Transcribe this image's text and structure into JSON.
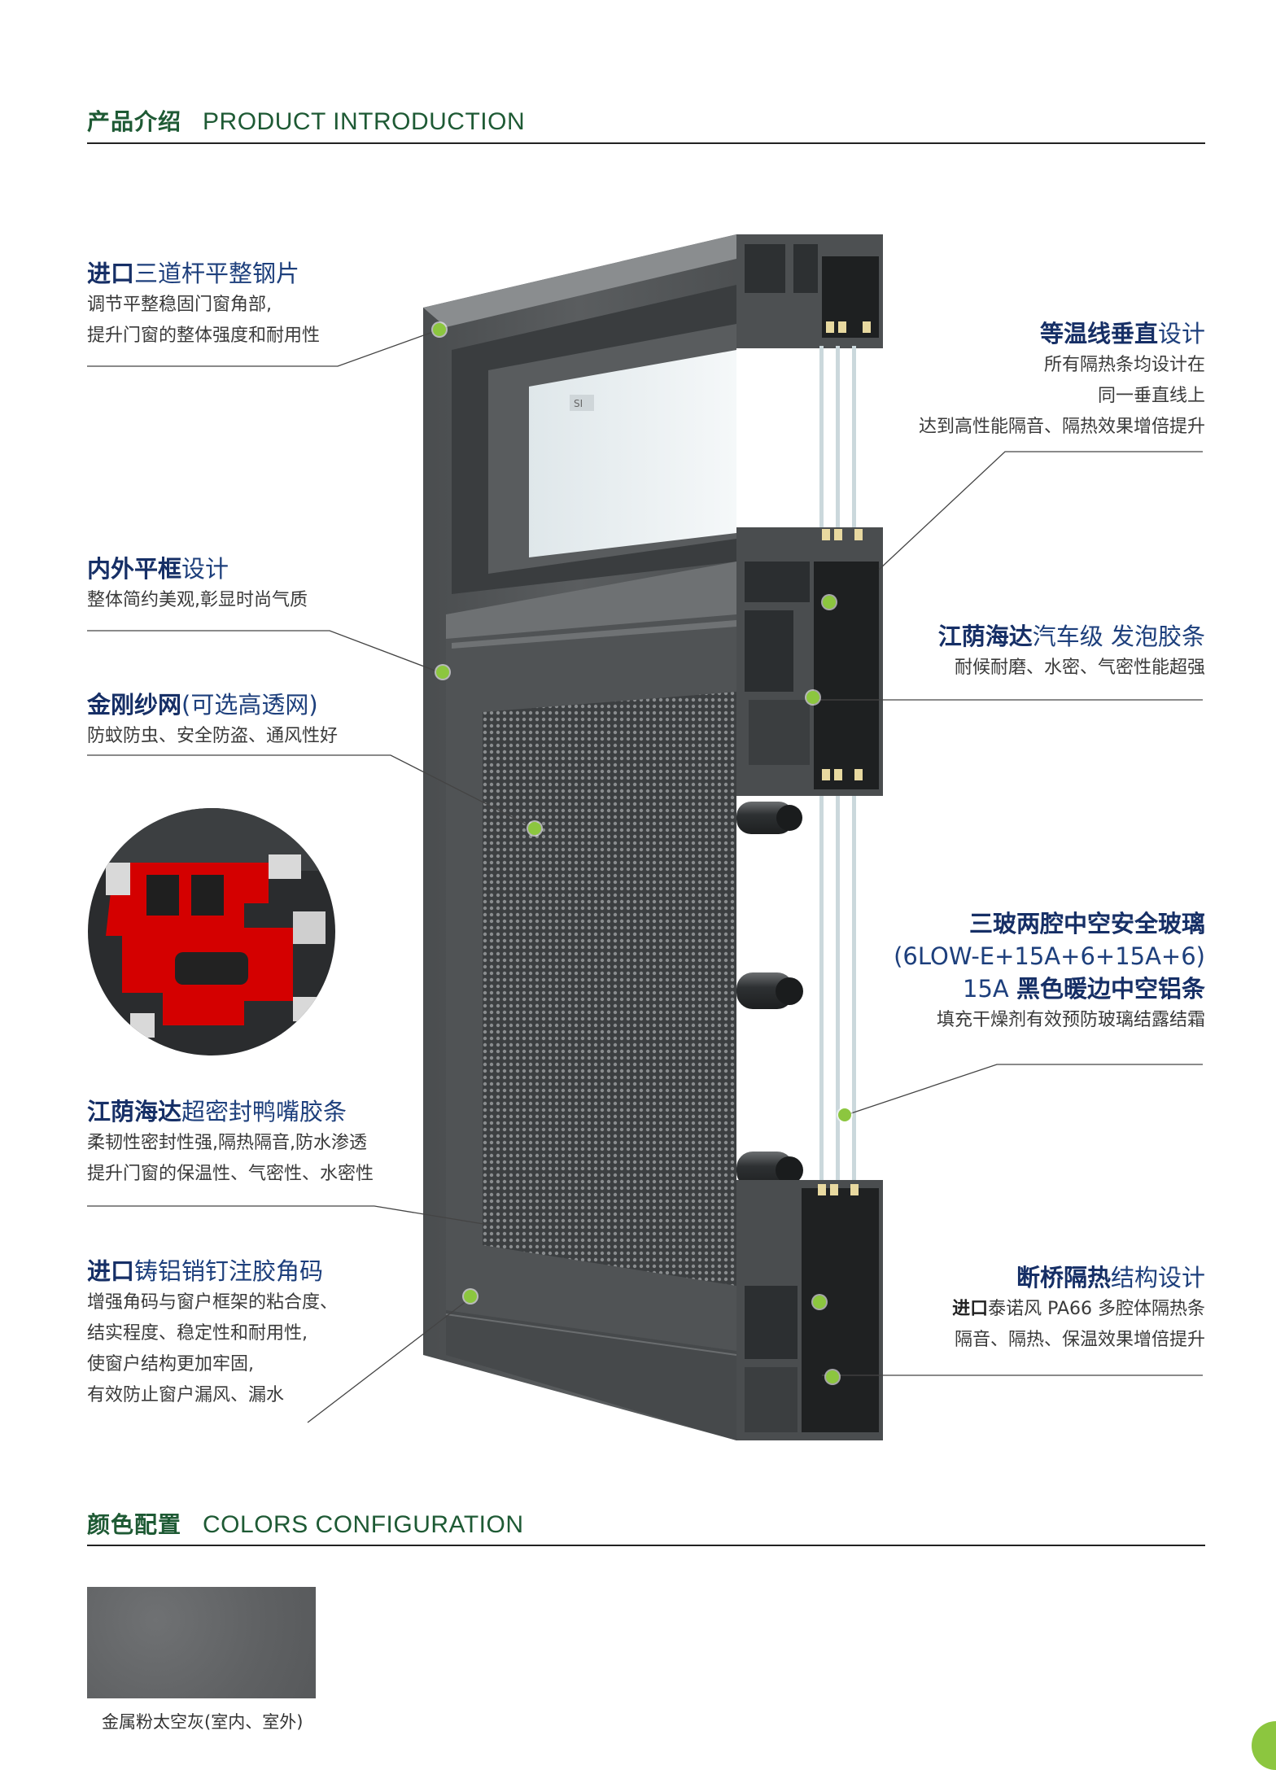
{
  "header": {
    "title_cn": "产品介绍",
    "title_en": "PRODUCT INTRODUCTION"
  },
  "callouts": {
    "steel_plate": {
      "title_bold": "进口",
      "title_rest": "三道杆平整钢片",
      "lines": [
        "调节平整稳固门窗角部,",
        "提升门窗的整体强度和耐用性"
      ]
    },
    "flat_frame": {
      "title_bold": "内外平框",
      "title_rest": "设计",
      "lines": [
        "整体简约美观,彰显时尚气质"
      ]
    },
    "screen": {
      "title_bold": "金刚纱网",
      "title_rest": "(可选高透网)",
      "lines": [
        "防蚊防虫、安全防盗、通风性好"
      ]
    },
    "duck_gasket": {
      "title_bold": "江荫海达",
      "title_rest": "超密封鸭嘴胶条",
      "lines": [
        "柔韧性密封性强,隔热隔音,防水渗透",
        "提升门窗的保温性、气密性、水密性"
      ]
    },
    "corner_code": {
      "title_bold": "进口",
      "title_rest": "铸铝销钉注胶角码",
      "lines": [
        "增强角码与窗户框架的粘合度、",
        "结实程度、稳定性和耐用性,",
        "使窗户结构更加牢固,",
        "有效防止窗户漏风、漏水"
      ]
    },
    "isotherm": {
      "title_bold": "等温线垂直",
      "title_rest": "设计",
      "lines": [
        "所有隔热条均设计在",
        "同一垂直线上",
        "达到高性能隔音、隔热效果增倍提升"
      ]
    },
    "foam_gasket": {
      "title_bold": "江荫海达",
      "title_rest": "汽车级 发泡胶条",
      "lines": [
        "耐候耐磨、水密、气密性能超强"
      ]
    },
    "glass": {
      "title_line1": "三玻两腔中空安全玻璃",
      "title_line2": "(6LOW-E+15A+6+15A+6)",
      "title_line3_prefix": "15A ",
      "title_line3_bold": "黑色暖边中空铝条",
      "lines": [
        "填充干燥剂有效预防玻璃结露结霜"
      ]
    },
    "thermal_break": {
      "title_bold": "断桥隔热",
      "title_rest": "结构设计",
      "line1_bold": "进口",
      "line1_rest": "泰诺风 PA66 多腔体隔热条",
      "lines": [
        "隔音、隔热、保温效果增倍提升"
      ]
    }
  },
  "product_image": {
    "logo_text": "SI"
  },
  "colors_section": {
    "title_cn": "颜色配置",
    "title_en": "COLORS CONFIGURATION",
    "swatches": [
      {
        "label": "金属粉太空灰(室内、室外)",
        "color": "#606264"
      }
    ]
  },
  "palette": {
    "heading_green": "#1e5a34",
    "callout_blue": "#1d3f7c",
    "dot_green": "#8cc63f",
    "frame_gray": "#4f5254"
  }
}
